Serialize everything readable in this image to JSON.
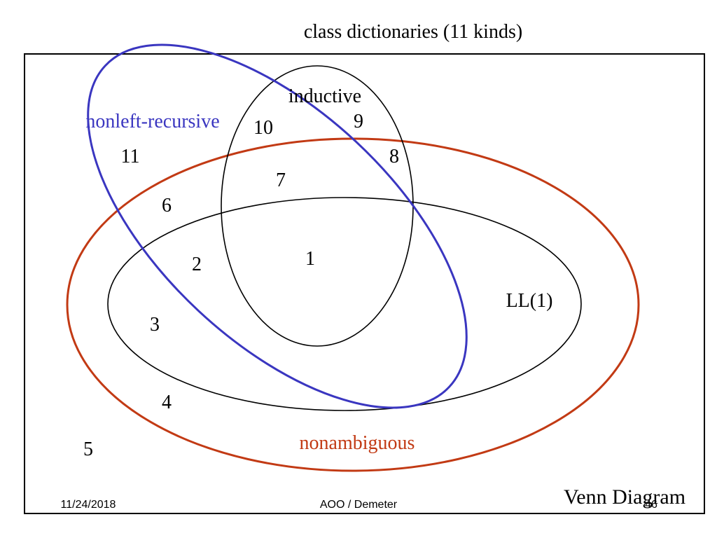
{
  "title": "class dictionaries (11 kinds)",
  "colors": {
    "nonleft_recursive": "#3a36c0",
    "nonambiguous": "#c23a14",
    "outline": "#000000"
  },
  "sets": {
    "inductive": "inductive",
    "nonleft_recursive": "nonleft-recursive",
    "ll1": "LL(1)",
    "nonambiguous": "nonambiguous"
  },
  "regions": [
    "1",
    "2",
    "3",
    "4",
    "5",
    "6",
    "7",
    "8",
    "9",
    "10",
    "11"
  ],
  "caption": "Venn Diagram",
  "footer": {
    "date": "11/24/2018",
    "course": "AOO / Demeter",
    "page": "46"
  }
}
